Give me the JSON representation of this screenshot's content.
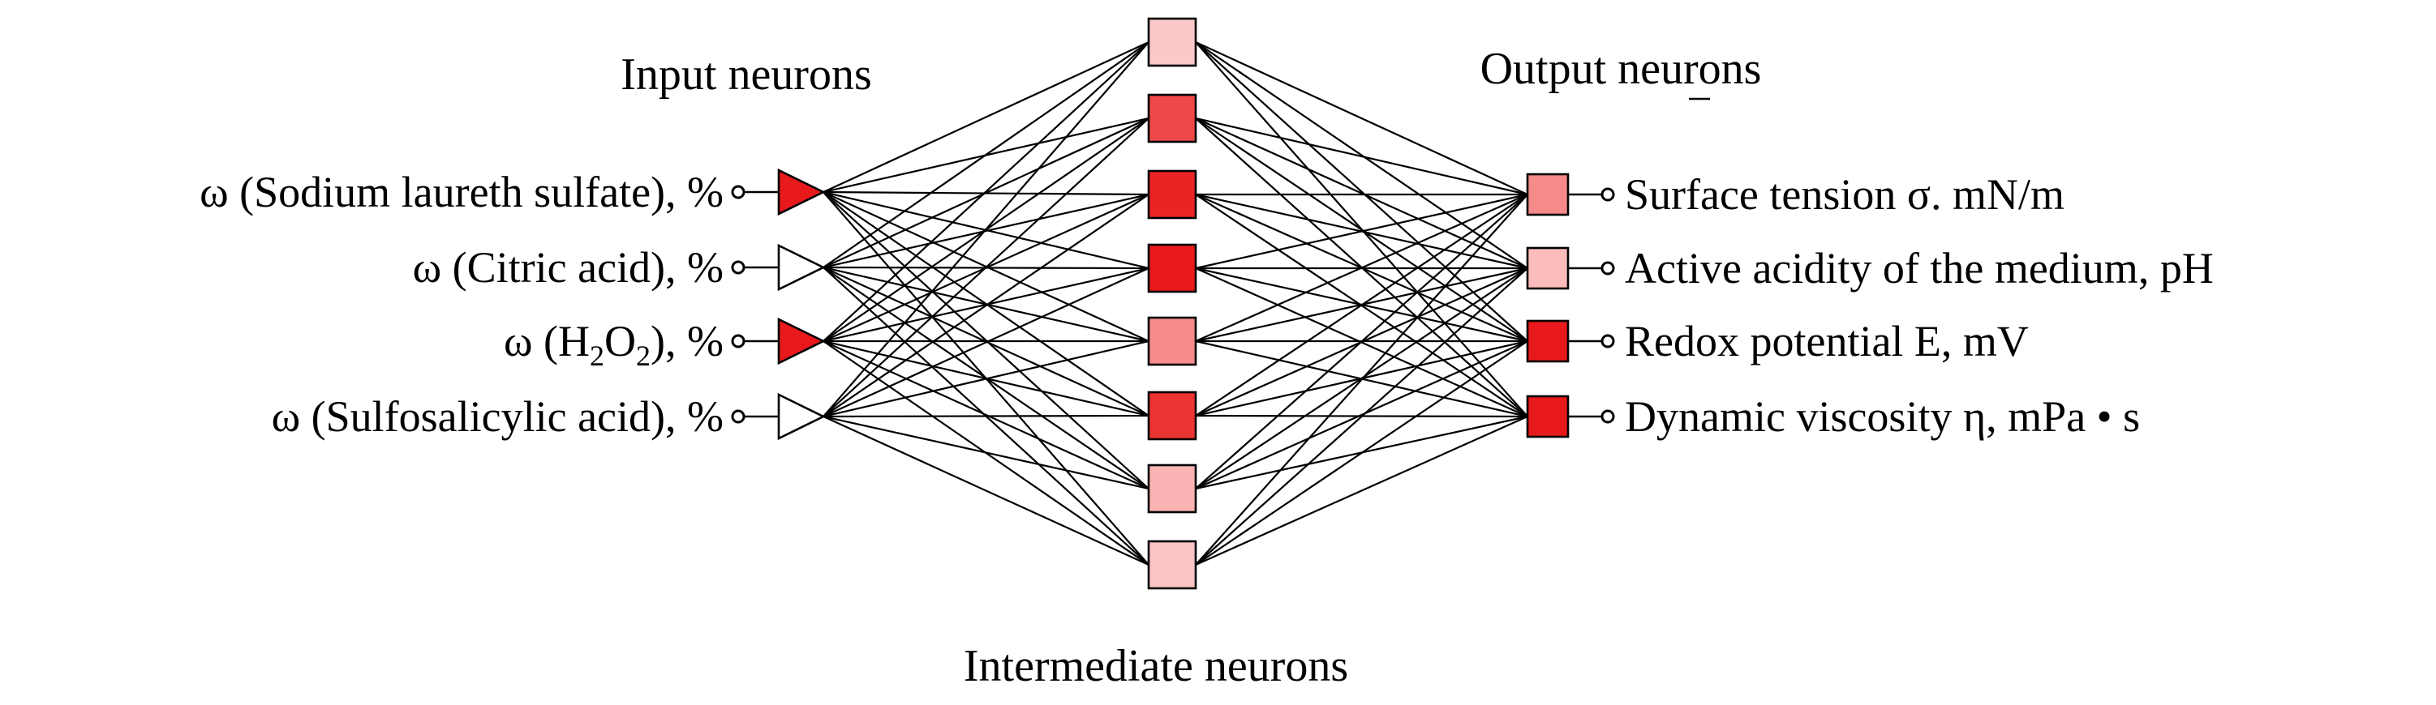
{
  "headings": {
    "input": "Input neurons",
    "output": "Output neurons",
    "intermediate": "Intermediate neurons"
  },
  "inputs": [
    {
      "label": "ω (Sodium laureth sulfate), %",
      "color": "#e8191b"
    },
    {
      "label": "ω (Citric acid), %",
      "color": "#ffffff"
    },
    {
      "label": "ω (H2O2), %",
      "parts": [
        "ω (H",
        "2",
        "O",
        "2",
        "), %"
      ],
      "color": "#e8191b"
    },
    {
      "label": "ω (Sulfosalicylic acid), %",
      "color": "#ffffff"
    }
  ],
  "hidden": [
    {
      "color": "#fbc9c9"
    },
    {
      "color": "#ef4848"
    },
    {
      "color": "#ea2424"
    },
    {
      "color": "#e8191b"
    },
    {
      "color": "#f58b8b"
    },
    {
      "color": "#ec3434"
    },
    {
      "color": "#fab4b4"
    },
    {
      "color": "#fbc4c4"
    }
  ],
  "outputs": [
    {
      "label": "Surface tension σ. mN/m",
      "color": "#f58a8a"
    },
    {
      "label": "Active acidity of the medium, pH",
      "color": "#fcbcbc"
    },
    {
      "label": "Redox potential E, mV",
      "color": "#e8191b"
    },
    {
      "label": "Dynamic viscosity η, mPa • s",
      "color": "#e8191b"
    }
  ]
}
